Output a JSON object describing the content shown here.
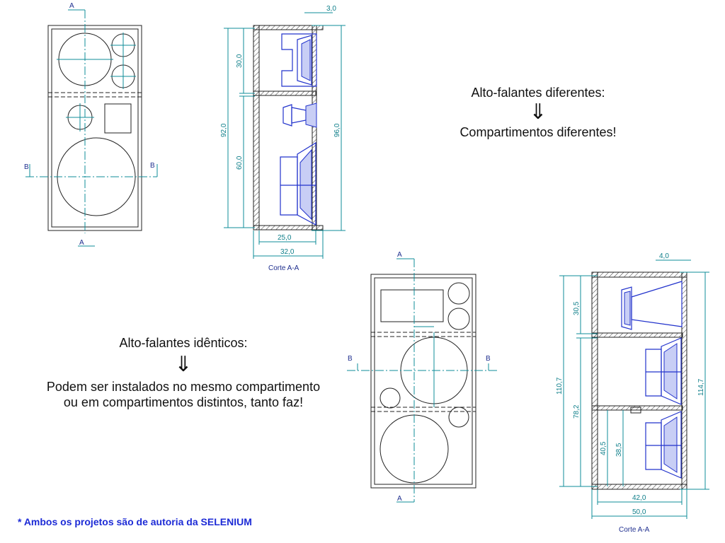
{
  "top_right_text": {
    "line1": "Alto-falantes diferentes:",
    "arrow": "⇓",
    "line2": "Compartimentos diferentes!"
  },
  "middle_left_text": {
    "line1": "Alto-falantes idênticos:",
    "arrow": "⇓",
    "line2": "Podem ser instalados no mesmo compartimento",
    "line3": "ou em compartimentos distintos, tanto faz!"
  },
  "footnote": "* Ambos os projetos são de autoria da SELENIUM",
  "drawing1_front": {
    "label_a_top": "A",
    "label_a_bottom": "A",
    "label_b_left": "B",
    "label_b_right": "B"
  },
  "drawing1_section": {
    "dim_top": "3,0",
    "dim_upper": "30,0",
    "dim_lower": "60,0",
    "dim_inner_height": "92,0",
    "dim_outer_height": "96,0",
    "dim_inner_depth": "25,0",
    "dim_outer_depth": "32,0",
    "caption": "Corte A-A"
  },
  "drawing2_front": {
    "label_a_top": "A",
    "label_a_bottom": "A",
    "label_b_left": "B",
    "label_b_right": "B"
  },
  "drawing2_section": {
    "dim_top": "4,0",
    "dim_upper": "30,5",
    "dim_lower": "78,2",
    "dim_inner_height": "110,7",
    "dim_outer_height": "114,7",
    "dim_bottom_left": "40,5",
    "dim_bottom_right": "38,5",
    "dim_inner_depth": "42,0",
    "dim_outer_depth": "50,0",
    "caption": "Corte A-A"
  }
}
